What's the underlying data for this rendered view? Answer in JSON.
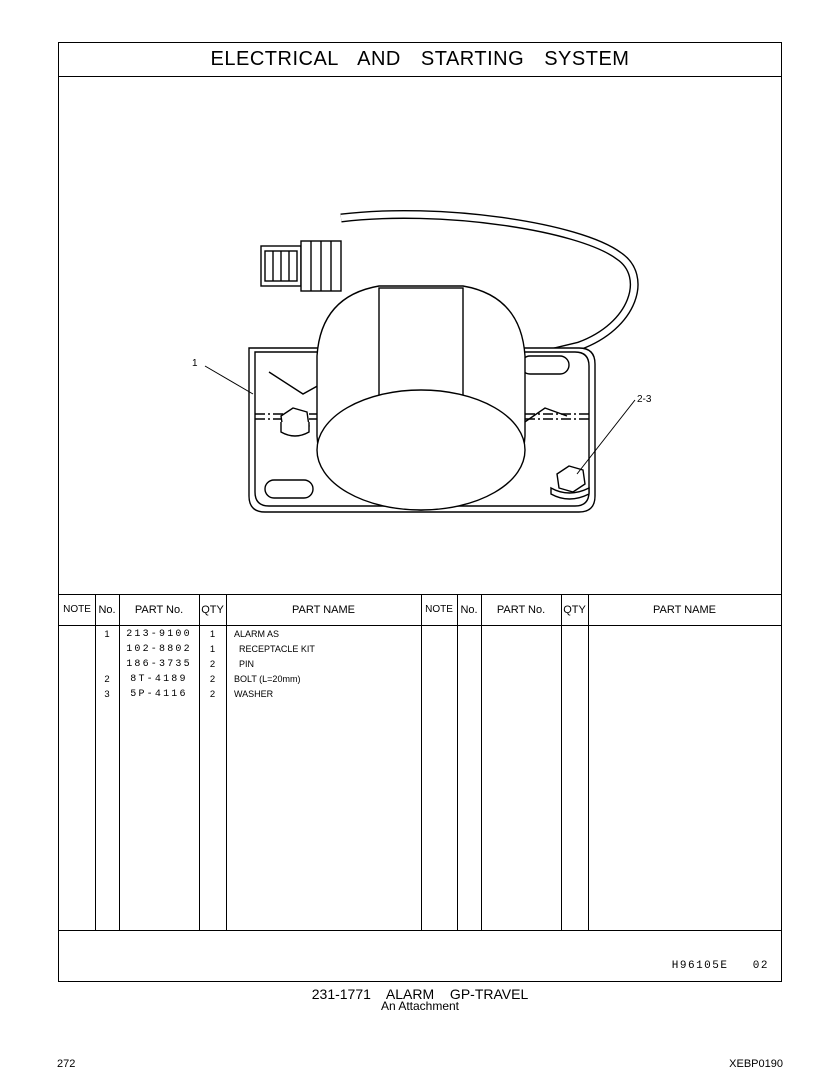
{
  "header": {
    "title": "ELECTRICAL AND STARTING SYSTEM"
  },
  "illustration": {
    "callouts": [
      "1",
      "2-3"
    ],
    "subject": "alarm-assembly"
  },
  "table": {
    "headers": [
      "NOTE",
      "No.",
      "PART No.",
      "QTY",
      "PART NAME",
      "NOTE",
      "No.",
      "PART No.",
      "QTY",
      "PART NAME"
    ],
    "rows": [
      {
        "no": "1",
        "part_no": "213-9100",
        "qty": "1",
        "name": "ALARM AS"
      },
      {
        "no": "",
        "part_no": "102-8802",
        "qty": "1",
        "name": "  RECEPTACLE KIT"
      },
      {
        "no": "",
        "part_no": "186-3735",
        "qty": "2",
        "name": "  PIN"
      },
      {
        "no": "2",
        "part_no": "8T-4189",
        "qty": "2",
        "name": "BOLT (L=20mm)"
      },
      {
        "no": "3",
        "part_no": "5P-4116",
        "qty": "2",
        "name": "WASHER"
      }
    ]
  },
  "footer": {
    "illustration_code": "H96105E   02"
  },
  "caption": {
    "main": "231-1771  ALARM  GP-TRAVEL",
    "sub": "An Attachment"
  },
  "page": {
    "number": "272",
    "doc_code": "XEBP0190"
  }
}
